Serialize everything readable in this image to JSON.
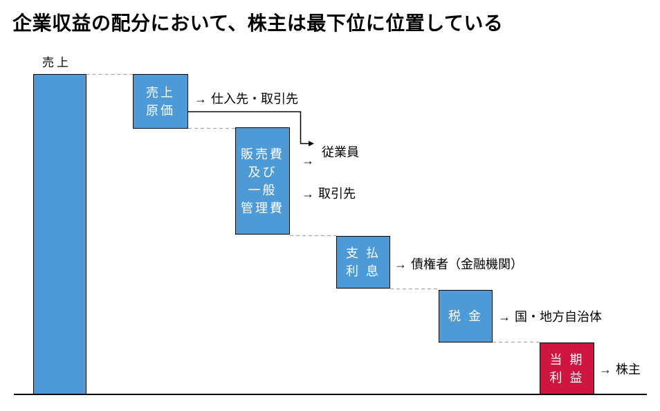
{
  "title": "企業収益の配分において、株主は最下位に位置している",
  "colors": {
    "bar_blue": "#4D9AD6",
    "bar_red": "#CE1641",
    "dashed_connector": "#A6A6A6",
    "solid_line": "#000000",
    "box_text": "#FFFFFF"
  },
  "bars": {
    "uriage": {
      "label": "売上"
    },
    "genka": {
      "lines": [
        "売上",
        "原価"
      ]
    },
    "hanbai": {
      "lines": [
        "販売費",
        "及び",
        "一般",
        "管理費"
      ]
    },
    "shiharai": {
      "lines": [
        "支 払",
        "利 息"
      ]
    },
    "zeikin": {
      "lines": [
        "税 金"
      ]
    },
    "touki": {
      "lines": [
        "当 期",
        "利 益"
      ]
    }
  },
  "annotations": {
    "arrow": "→",
    "shiire": "仕入先・取引先",
    "jugyoin": "従業員",
    "torihikisaki": "取引先",
    "saikensha": "債権者（金融機関）",
    "kuni": "国・地方自治体",
    "kabunushi": "株主"
  },
  "icons": {
    "right-arrow-icon": "→"
  }
}
